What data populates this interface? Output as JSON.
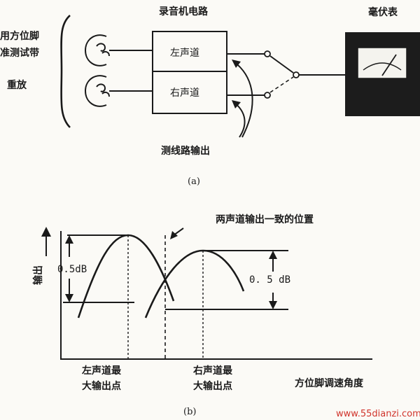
{
  "diagram_a": {
    "tape_label_line1": "用方位脚",
    "tape_label_line2": "准测试带",
    "tape_label_line3": "重放",
    "recorder_title": "录音机电路",
    "left_channel": "左声道",
    "right_channel": "右声道",
    "meter_title": "毫伏表",
    "output_label": "测线路输出",
    "caption": "(a)"
  },
  "diagram_b": {
    "annotation": "两声道输出一致的位置",
    "ylabel": "输出",
    "db_left": "0.5dB",
    "db_right": "0. 5 dB",
    "left_peak_line1": "左声道最",
    "left_peak_line2": "大输出点",
    "right_peak_line1": "右声道最",
    "right_peak_line2": "大输出点",
    "xlabel": "方位脚调速角度",
    "caption": "(b)"
  },
  "watermark": "www.55dianzi.com"
}
